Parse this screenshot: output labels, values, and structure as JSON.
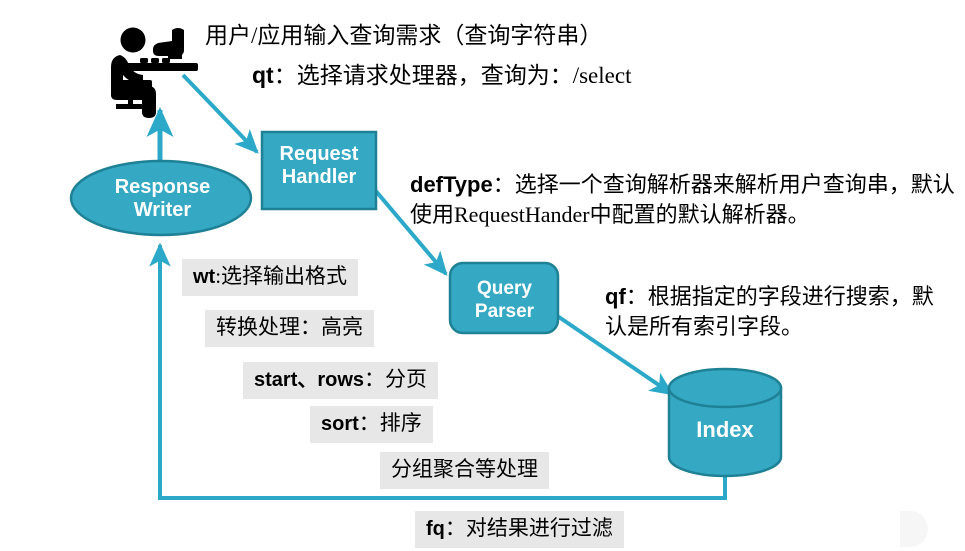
{
  "diagram": {
    "title_line": "用户/应用输入查询需求（查询字符串）",
    "qt_line_bold": "qt",
    "qt_line_rest": "：选择请求处理器，查询为：/select",
    "deftype_bold": "defType",
    "deftype_rest": "：选择一个查询解析器来解析用户查询串，默认使用RequestHander中配置的默认解析器。",
    "qf_bold": "qf",
    "qf_rest": "：根据指定的字段进行搜索，默认是所有索引字段。"
  },
  "nodes": {
    "response_writer": "Response\nWriter",
    "request_handler": "Request\nHandler",
    "query_parser": "Query\nParser",
    "index": "Index"
  },
  "chips": [
    {
      "bold": "wt",
      "rest": ":选择输出格式"
    },
    {
      "bold": "",
      "rest": "转换处理：高亮"
    },
    {
      "bold": "start、rows",
      "rest": "：分页"
    },
    {
      "bold": "sort",
      "rest": "：排序"
    },
    {
      "bold": "",
      "rest": "分组聚合等处理"
    },
    {
      "bold": "fq",
      "rest": "：对结果进行过滤"
    }
  ],
  "icons": {
    "person": "person-at-computer-icon",
    "cylinder": "database-cylinder-icon"
  },
  "colors": {
    "teal_fill": "#35a9c4",
    "teal_stroke": "#1f8196",
    "arrow": "#2ca8c9",
    "chip_bg": "#e7e7e7",
    "text": "#000000",
    "node_text": "#ffffff"
  }
}
